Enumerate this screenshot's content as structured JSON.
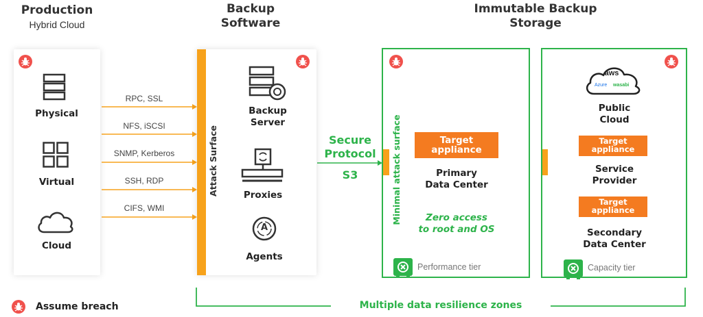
{
  "headers": {
    "production_title": "Production",
    "production_sub": "Hybrid Cloud",
    "backup_line1": "Backup",
    "backup_line2": "Software",
    "immutable_line1": "Immutable Backup",
    "immutable_line2": "Storage"
  },
  "production": {
    "items": [
      {
        "label": "Physical",
        "icon": "server-rack-icon"
      },
      {
        "label": "Virtual",
        "icon": "grid-squares-icon"
      },
      {
        "label": "Cloud",
        "icon": "cloud-icon"
      }
    ]
  },
  "protocols": [
    "RPC, SSL",
    "NFS, iSCSI",
    "SNMP, Kerberos",
    "SSH, RDP",
    "CIFS, WMI"
  ],
  "attack_surface": "Attack Surface",
  "backup": {
    "server_line1": "Backup",
    "server_line2": "Server",
    "proxies": "Proxies",
    "agents": "Agents",
    "agent_glyph": "A"
  },
  "secure": {
    "line1": "Secure",
    "line2": "Protocol",
    "s3": "S3"
  },
  "primary": {
    "minimal_surface": "Minimal attack surface",
    "target_line1": "Target",
    "target_line2": "appliance",
    "dc_line1": "Primary",
    "dc_line2": "Data Center",
    "zero_line1": "Zero access",
    "zero_line2": "to root and OS",
    "tier": "Performance tier"
  },
  "capacity": {
    "cloud_logo_aws": "aws",
    "cloud_logo_azure": "Azure",
    "cloud_logo_wasabi": "wasabi",
    "public_line1": "Public",
    "public_line2": "Cloud",
    "target1_line1": "Target",
    "target1_line2": "appliance",
    "provider_line1": "Service",
    "provider_line2": "Provider",
    "target2_line1": "Target",
    "target2_line2": "appliance",
    "secondary_line1": "Secondary",
    "secondary_line2": "Data Center",
    "tier": "Capacity tier"
  },
  "legend": {
    "assume_breach": "Assume breach"
  },
  "zones": "Multiple data resilience zones",
  "colors": {
    "accent_green": "#2db34a",
    "attack_orange": "#f7a21b",
    "target_orange": "#f47b20",
    "breach_red": "#f0514c"
  }
}
